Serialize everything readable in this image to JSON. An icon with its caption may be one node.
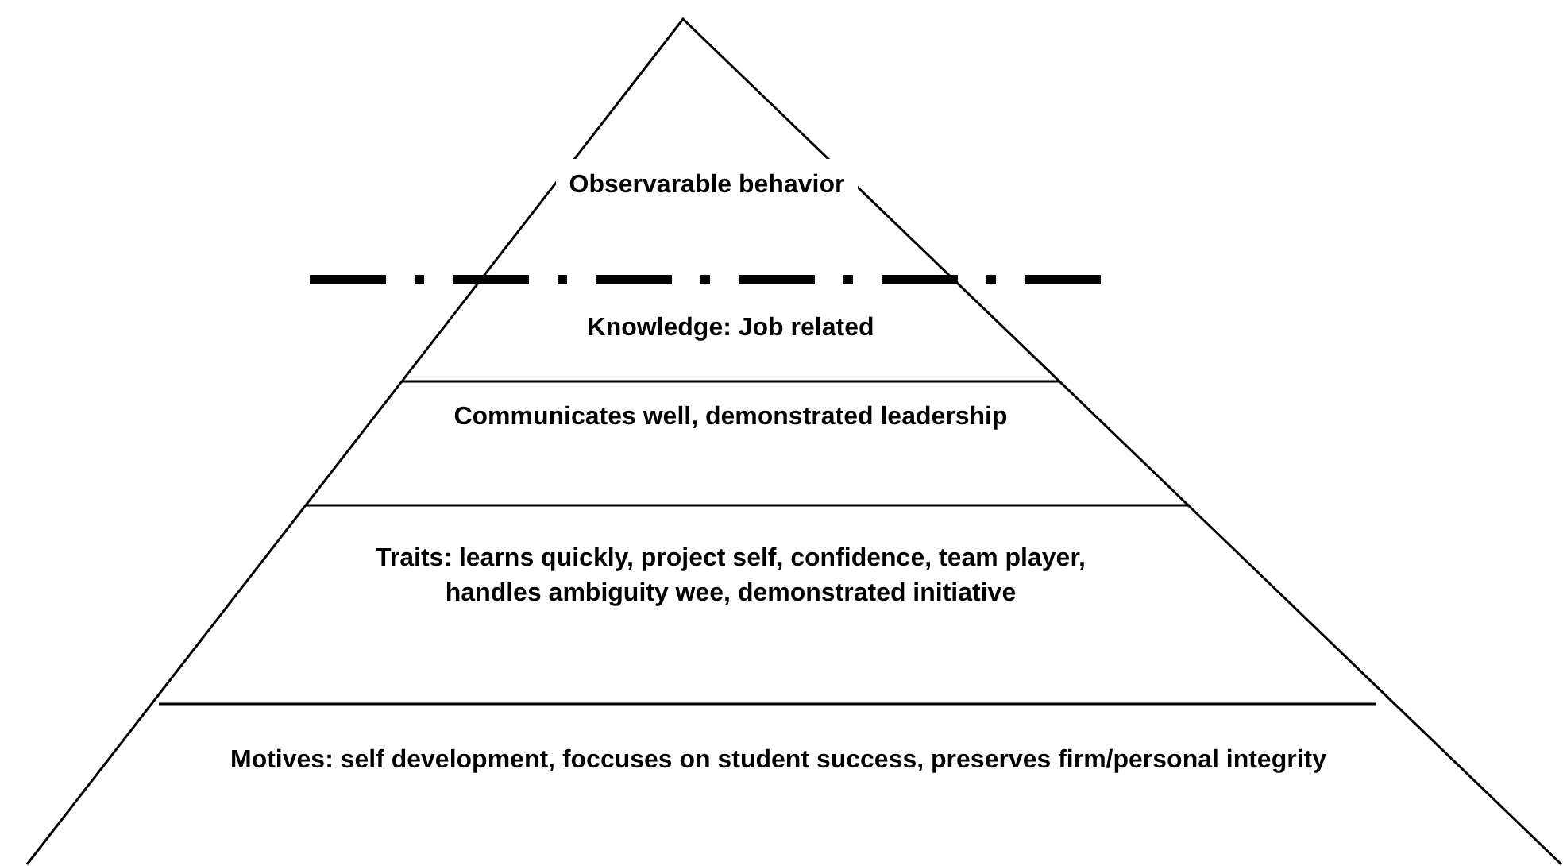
{
  "diagram": {
    "nodes": [
      {
        "text": [
          "Observarable behavior"
        ]
      },
      {
        "text": [
          "Knowledge: Job related"
        ]
      },
      {
        "text": [
          "Communicates well, demonstrated leadership"
        ]
      },
      {
        "text": [
          "Traits: learns quickly, project self, confidence, team player, handles ambiguity wee, demonstrated initiative"
        ]
      },
      {
        "text": [
          "Motives: self development, foccuses on student success, preserves firm/personal integrity"
        ]
      }
    ]
  }
}
